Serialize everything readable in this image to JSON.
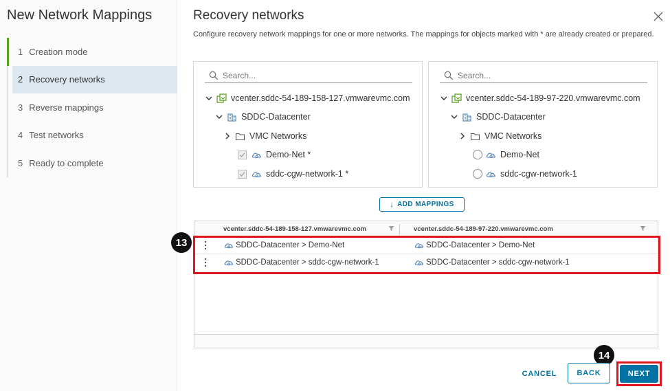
{
  "wizard": {
    "title": "New Network Mappings",
    "steps": [
      {
        "num": "1",
        "label": "Creation mode"
      },
      {
        "num": "2",
        "label": "Recovery networks"
      },
      {
        "num": "3",
        "label": "Reverse mappings"
      },
      {
        "num": "4",
        "label": "Test networks"
      },
      {
        "num": "5",
        "label": "Ready to complete"
      }
    ],
    "active_step": 2
  },
  "page": {
    "title": "Recovery networks",
    "description": "Configure recovery network mappings for one or more networks. The mappings for objects marked with * are already created or prepared."
  },
  "left_tree": {
    "search_placeholder": "Search...",
    "vcenter": "vcenter.sddc-54-189-158-127.vmwarevmc.com",
    "datacenter": "SDDC-Datacenter",
    "folder": "VMC Networks",
    "networks": [
      "Demo-Net *",
      "sddc-cgw-network-1 *"
    ]
  },
  "right_tree": {
    "search_placeholder": "Search...",
    "vcenter": "vcenter.sddc-54-189-97-220.vmwarevmc.com",
    "datacenter": "SDDC-Datacenter",
    "folder": "VMC Networks",
    "networks": [
      "Demo-Net",
      "sddc-cgw-network-1"
    ]
  },
  "add_mappings_label": "ADD MAPPINGS",
  "grid": {
    "col1": "vcenter.sddc-54-189-158-127.vmwarevmc.com",
    "col2": "vcenter.sddc-54-189-97-220.vmwarevmc.com",
    "rows": [
      {
        "source": "SDDC-Datacenter > Demo-Net",
        "target": "SDDC-Datacenter > Demo-Net"
      },
      {
        "source": "SDDC-Datacenter > sddc-cgw-network-1",
        "target": "SDDC-Datacenter > sddc-cgw-network-1"
      }
    ]
  },
  "annotations": {
    "badge_13": "13",
    "badge_14": "14"
  },
  "buttons": {
    "cancel": "CANCEL",
    "back": "BACK",
    "next": "NEXT"
  },
  "colors": {
    "accent": "#0072a3",
    "highlight": "#e0141e",
    "vcenter_icon": "#5aa220"
  }
}
